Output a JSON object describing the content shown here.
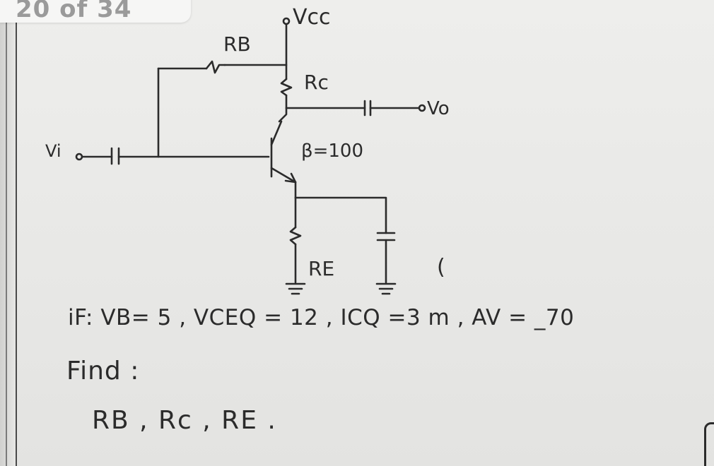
{
  "page_counter": "20 of 34",
  "circuit": {
    "supply_label": "Vcc",
    "base_resistor_label": "RB",
    "collector_resistor_label": "Rc",
    "emitter_resistor_label": "RE",
    "input_label": "Vi",
    "output_label": "Vo",
    "beta_label": "β=100",
    "paren_mark": "("
  },
  "problem": {
    "given": "iF: VB= 5 , VCEQ = 12 , ICQ =3 m , AV = _70",
    "find_label": "Find :",
    "unknowns": "RB , Rc , RE ."
  }
}
